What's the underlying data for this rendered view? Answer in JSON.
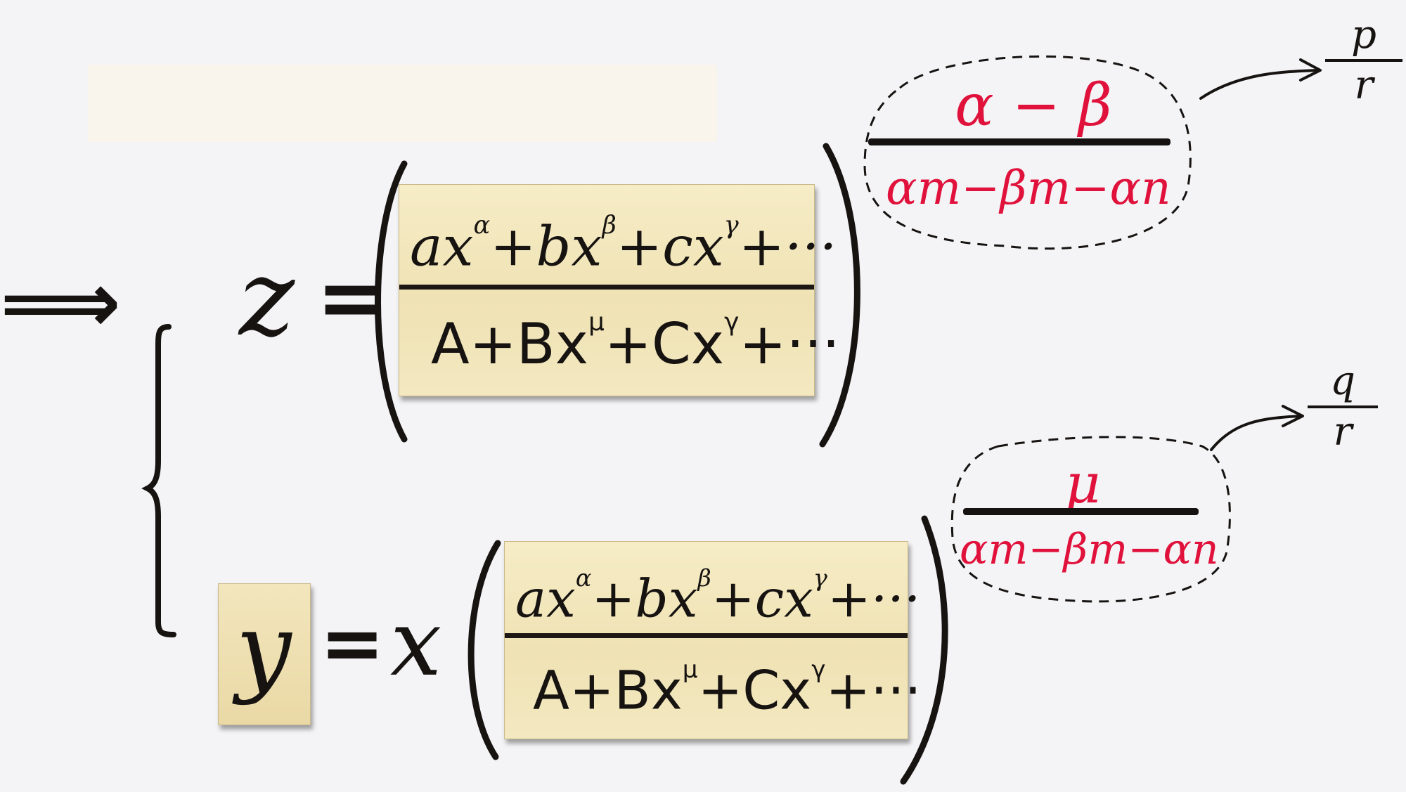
{
  "implies": "⟹",
  "z_eq": {
    "lhs": "z",
    "equals": "=",
    "numerator": "ax^α+bx^β+cx^γ+···",
    "denominator": "A+Bx^μ+Cx^γ+···",
    "exponent_numerator": "α − β",
    "exponent_denominator": "αm−βm−αn",
    "result_numerator": "p",
    "result_denominator": "r"
  },
  "y_eq": {
    "lhs": "y",
    "equals": "=",
    "factor": "x",
    "numerator": "ax^α+bx^β+cx^γ+···",
    "denominator": "A+Bx^μ+Cx^γ+···",
    "exponent_numerator": "μ",
    "exponent_denominator": "αm−βm−αn",
    "result_numerator": "q",
    "result_denominator": "r"
  },
  "colors": {
    "ink": "#161311",
    "red": "#e0123c",
    "tile": "#f1e5ba",
    "background": "#f4f4f6",
    "sticky": "#faf5ec"
  }
}
